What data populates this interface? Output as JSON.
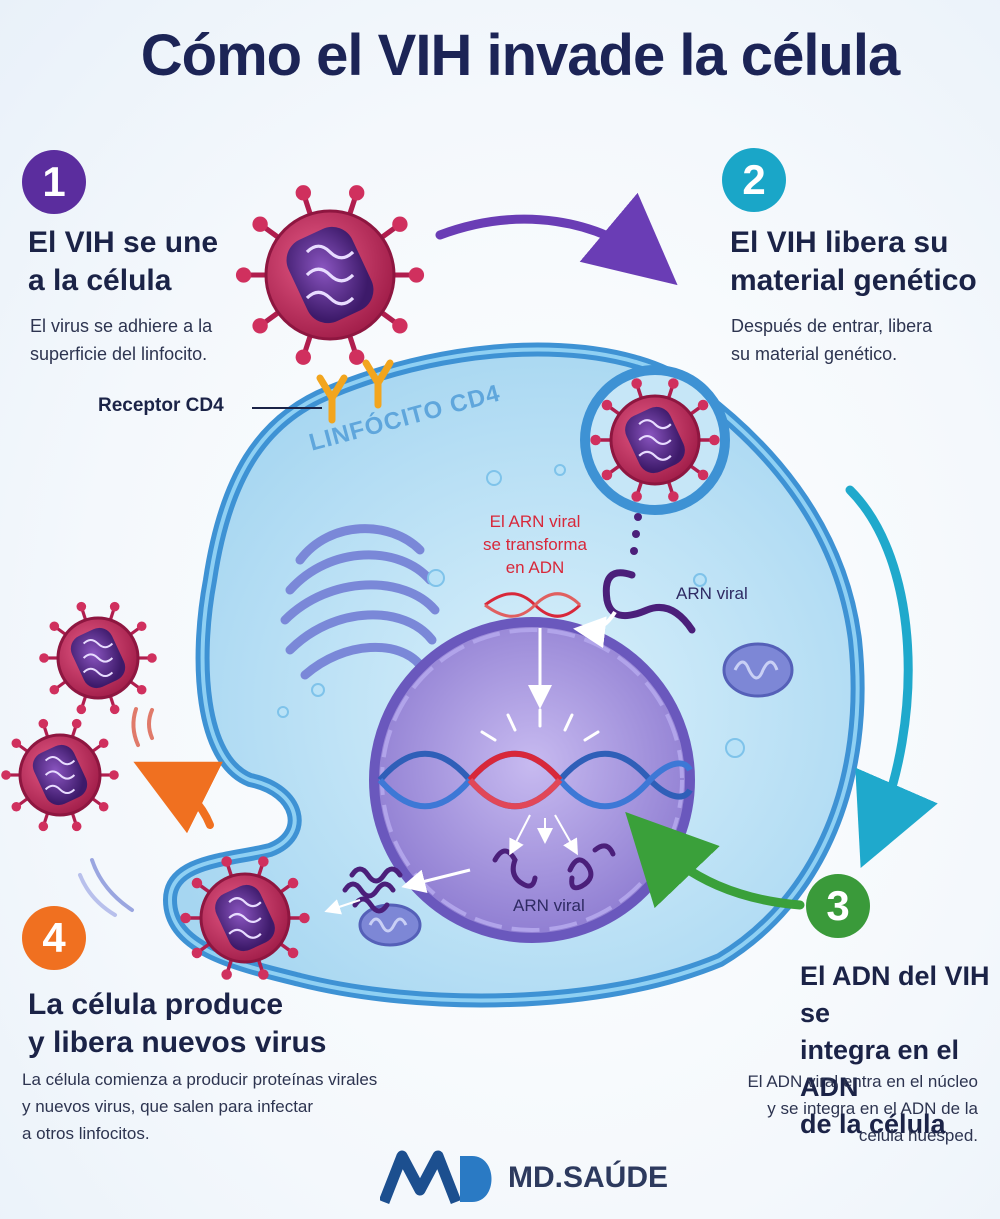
{
  "title": "Cómo el VIH invade la célula",
  "steps": [
    {
      "number": "1",
      "color": "#5b2d9e",
      "heading": "El VIH se une\na la célula",
      "description": "El virus se adhiere a la\nsuperficie del linfocito."
    },
    {
      "number": "2",
      "color": "#1aa6c8",
      "heading": "El VIH libera su\nmaterial genético",
      "description": "Después de entrar, libera\nsu material genético."
    },
    {
      "number": "3",
      "color": "#3a9a3a",
      "heading": "El ADN del VIH se\nintegra en el ADN\nde la célula",
      "description": "El ADN viral entra en el núcleo\ny se integra en el ADN de la\ncélula huésped."
    },
    {
      "number": "4",
      "color": "#f07020",
      "heading": "La célula produce\ny libera nuevos virus",
      "description": "La célula comienza a producir proteínas virales\ny nuevos virus, que salen para infectar\na otros linfocitos."
    }
  ],
  "labels": {
    "receptor": "Receptor CD4",
    "cell": "LINFÓCITO CD4",
    "rna_transform": "El ARN viral\nse transforma\nen ADN",
    "viral_rna_top": "ARN viral",
    "viral_rna_nucleus": "ARN viral"
  },
  "brand": {
    "name": "MD.SAÚDE",
    "monogram": "MD"
  },
  "colors": {
    "virus_body": "#c8285a",
    "virus_core": "#5a2a8a",
    "cell_outer": "#4ea3dd",
    "cell_inner": "#a8d8f2",
    "nucleus": "#8c7bd0",
    "dna_blue": "#2f5fb8",
    "dna_red": "#d8283a"
  }
}
